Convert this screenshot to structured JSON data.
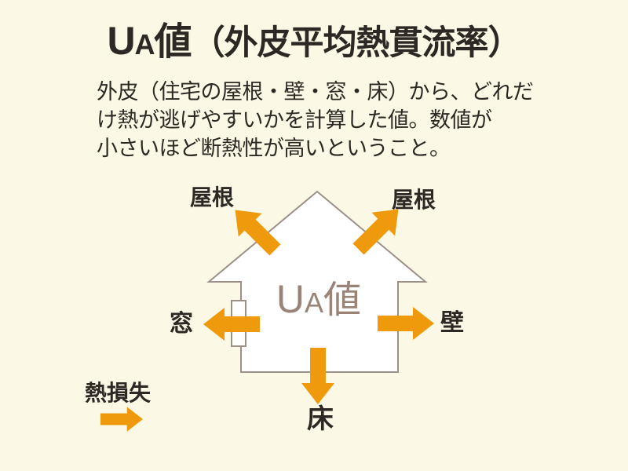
{
  "colors": {
    "background": "#FBF9E5",
    "arrow_orange": "#EF990D",
    "house_outline": "#9C9089",
    "house_fill": "#FFFFFF",
    "house_text_color": "#9A8478",
    "text_dark": "#2D2823"
  },
  "title": {
    "u": "U",
    "a": "A",
    "value": "値",
    "sub": "（外皮平均熱貫流率）"
  },
  "description": {
    "line1": "外皮（住宅の屋根・壁・窓・床）から、どれだ",
    "line2": "け熱が逃げやすいかを計算した値。数値が",
    "line3": "小さいほど断熱性が高いということ。"
  },
  "diagram": {
    "house_text": {
      "u": "U",
      "a": "A",
      "value": "値"
    },
    "labels": {
      "roof_left": "屋根",
      "roof_right": "屋根",
      "window": "窓",
      "wall": "壁",
      "floor": "床"
    },
    "legend": {
      "heat_loss": "熱損失"
    }
  }
}
